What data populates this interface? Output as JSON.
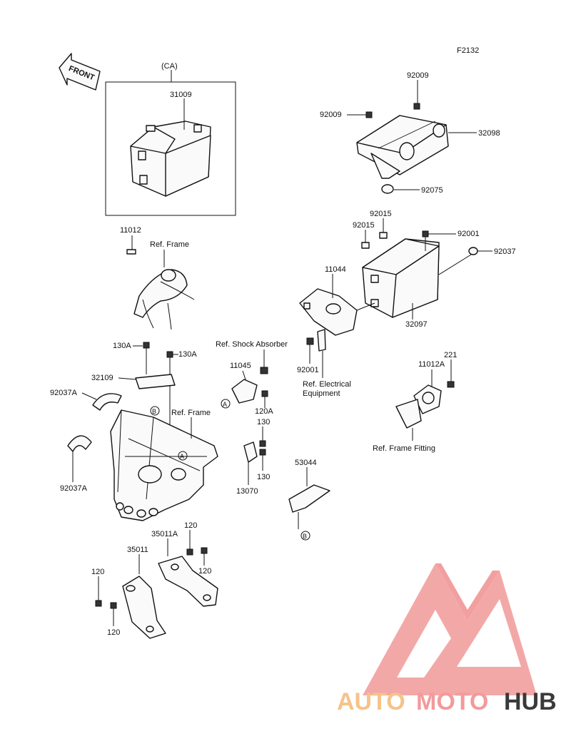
{
  "figure_code": "F2132",
  "front_arrow": "FRONT",
  "group_label": "(CA)",
  "parts": {
    "p31009": "31009",
    "p92009a": "92009",
    "p92009b": "92009",
    "p32098": "32098",
    "p92075": "92075",
    "p92015a": "92015",
    "p92015b": "92015",
    "p92001a": "92001",
    "p92037": "92037",
    "p11044": "11044",
    "p32097": "32097",
    "p11012": "11012",
    "p130Aa": "130A",
    "p130Ab": "130A",
    "p32109": "32109",
    "p92037Aa": "92037A",
    "p92037Ab": "92037A",
    "p11045": "11045",
    "p120A": "120A",
    "p130a": "130",
    "p130b": "130",
    "p13070": "13070",
    "p92001b": "92001",
    "p221": "221",
    "p11012A": "11012A",
    "p53044": "53044",
    "p35011A": "35011A",
    "p35011": "35011",
    "p120a": "120",
    "p120b": "120",
    "p120c": "120",
    "p120d": "120"
  },
  "references": {
    "frame_top": "Ref. Frame",
    "shock_absorber": "Ref. Shock Absorber",
    "electrical_line1": "Ref. Electrical",
    "electrical_line2": "Equipment",
    "frame_main": "Ref. Frame",
    "frame_fitting": "Ref. Frame Fitting"
  },
  "markers": {
    "a1": "A",
    "a2": "A",
    "b1": "B",
    "b2": "B"
  },
  "watermark": {
    "part1": "AUTO",
    "part2": "MOTO",
    "part3": "HUB",
    "color_light": "#f5c38a",
    "color_mid": "#f39a9a",
    "color_dark": "#3a3a3a"
  }
}
